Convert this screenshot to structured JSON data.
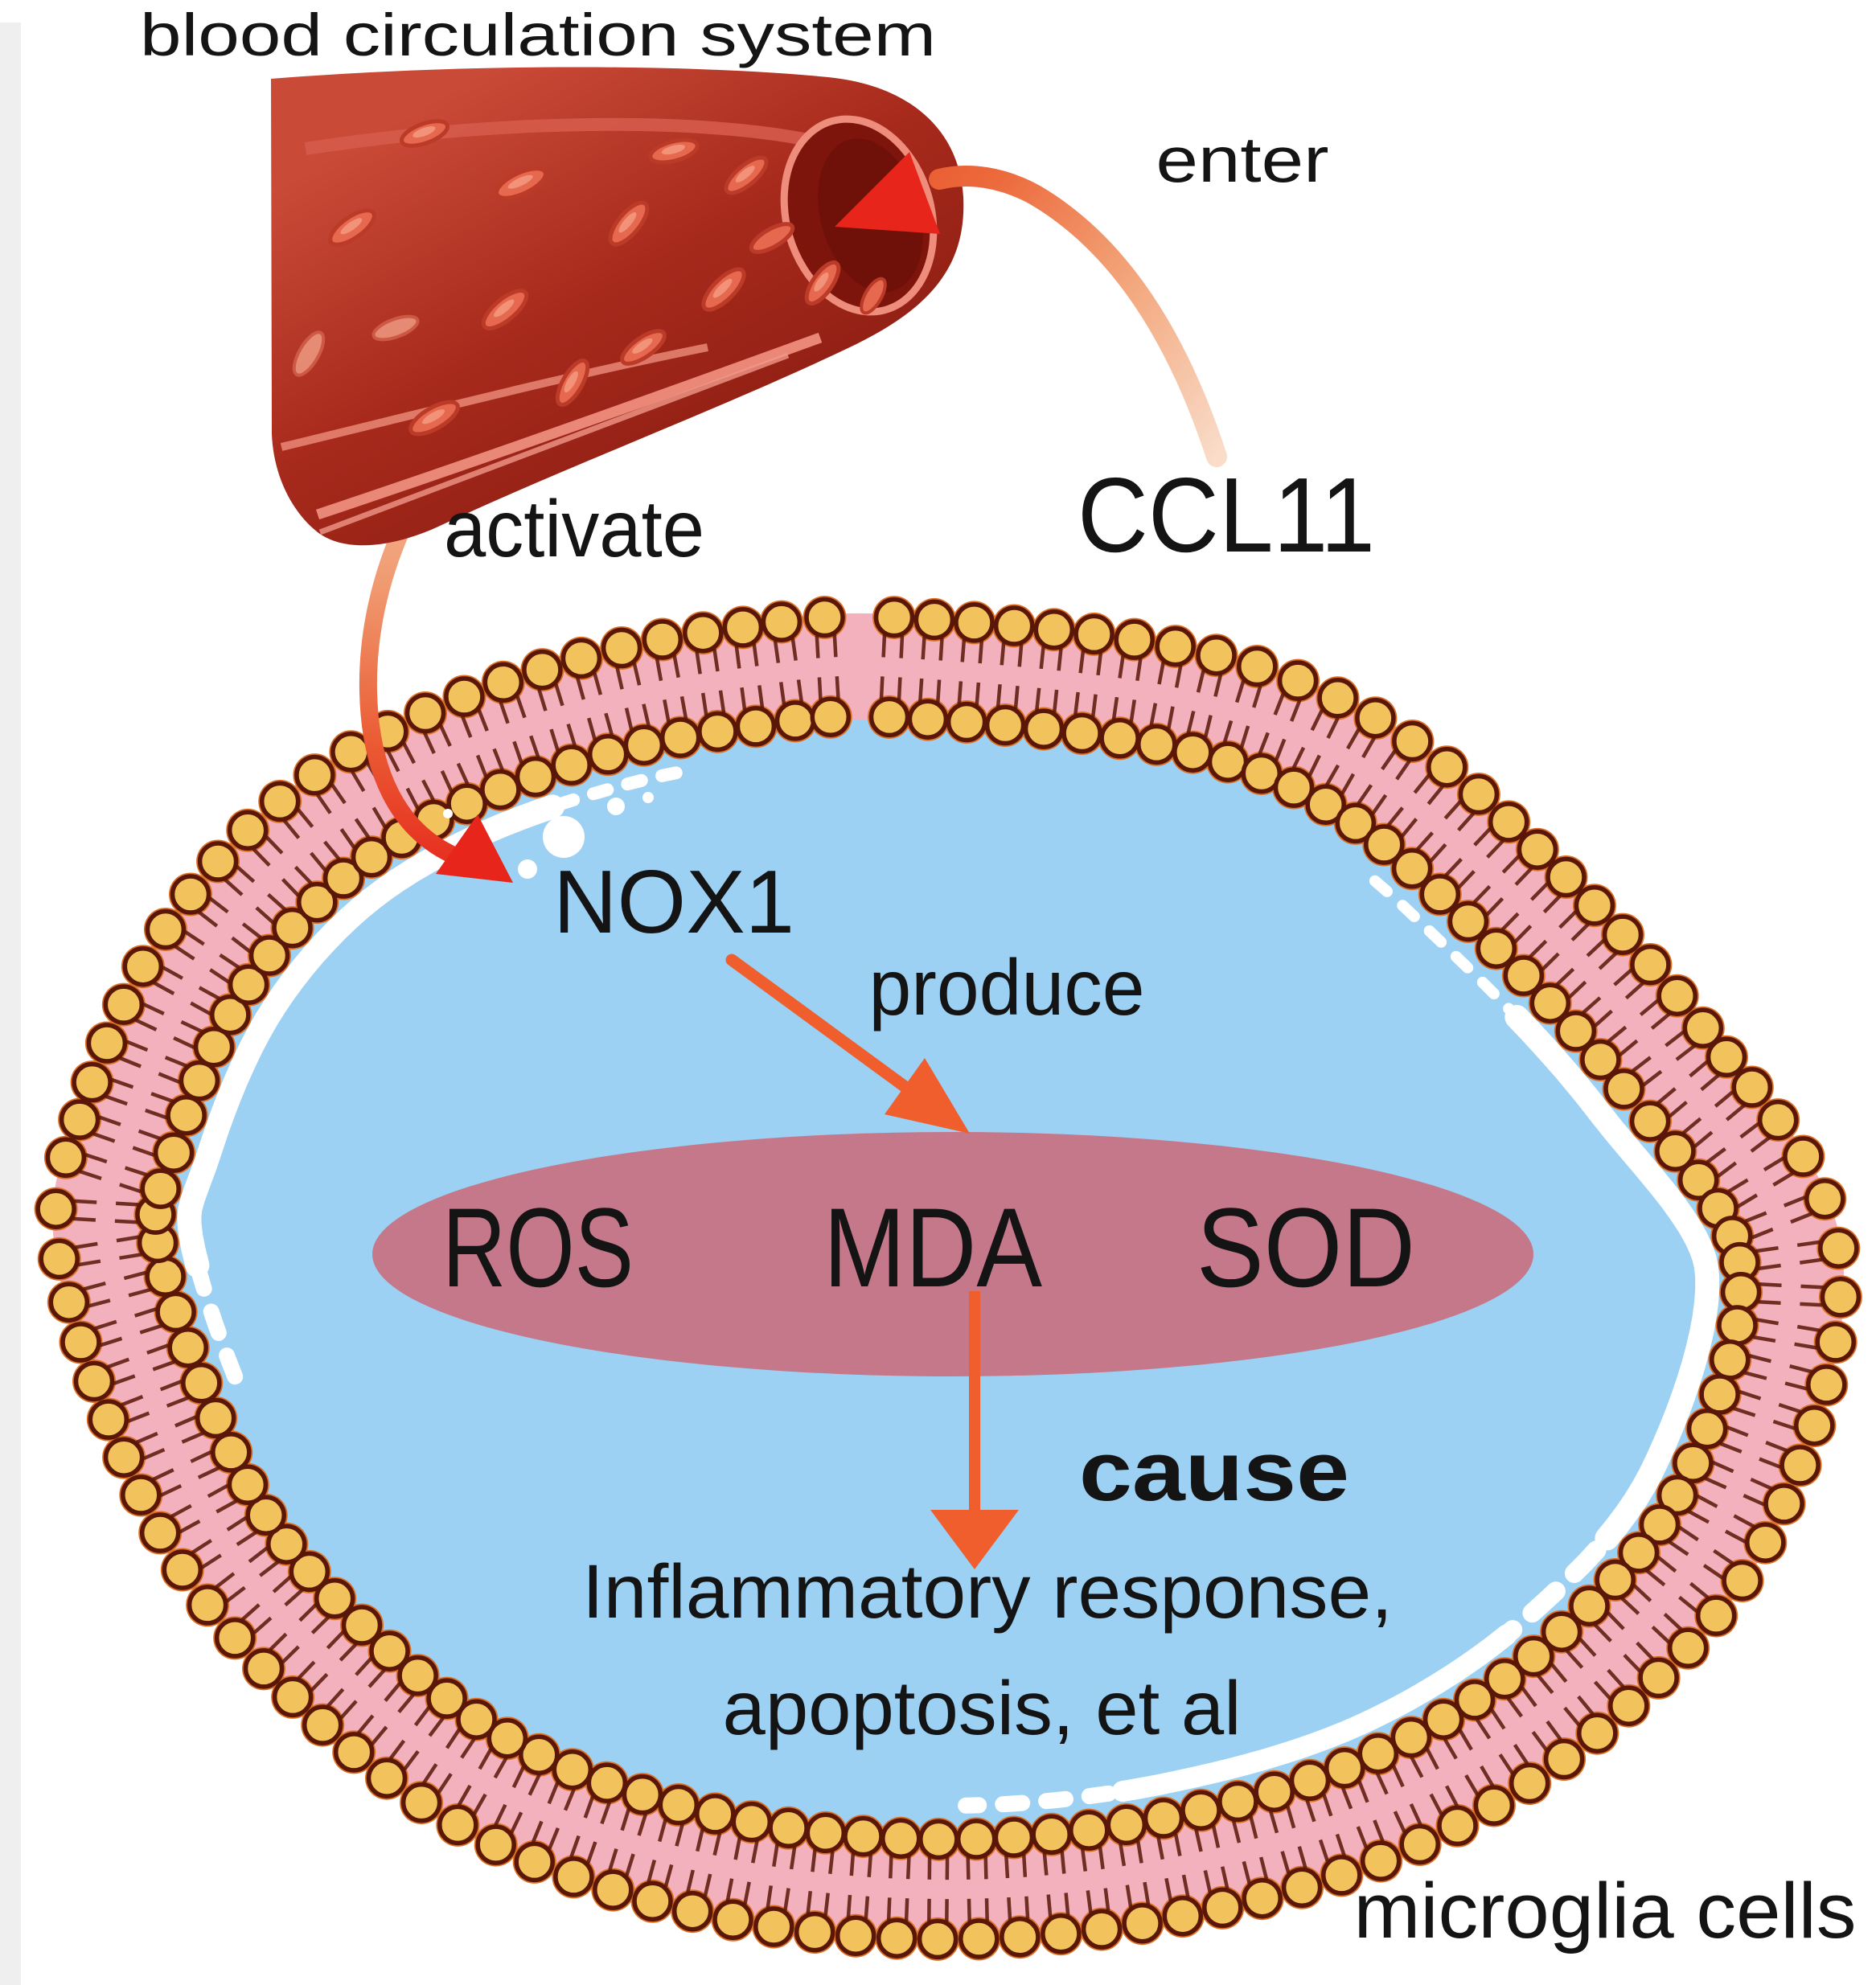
{
  "title": "blood circulation system",
  "labels": {
    "enter": "enter",
    "ccl11": "CCL11",
    "activate": "activate",
    "nox1": "NOX1",
    "produce": "produce",
    "ros": "ROS",
    "mda": "MDA",
    "sod": "SOD",
    "cause": "cause",
    "inflammatory": "Inflammatory response,",
    "apoptosis": "apoptosis, et al",
    "microglia": "microglia cells"
  },
  "colors": {
    "background": "#ffffff",
    "side_strip": "#efefef",
    "cytoplasm_blue": "#9cd1f3",
    "membrane_pink": "#f3b0bd",
    "bead_yellow": "#f2c35c",
    "bead_outline": "#5a1708",
    "bead_shadow_orange": "#dd7226",
    "ellipse_mauve": "#c4788a",
    "arrow_orange": "#ef5e2c",
    "arrow_red": "#e8251b",
    "arrow_gradient_light": "#f9dcc9",
    "vessel_red": "#b53527",
    "vessel_dark_red": "#7e150d",
    "vessel_rim_pink": "#ee8d7c",
    "rbc_fill": "#e5684f",
    "rbc_edge": "#bc3a28",
    "highlight_white": "#ffffff",
    "text": "#141414"
  }
}
